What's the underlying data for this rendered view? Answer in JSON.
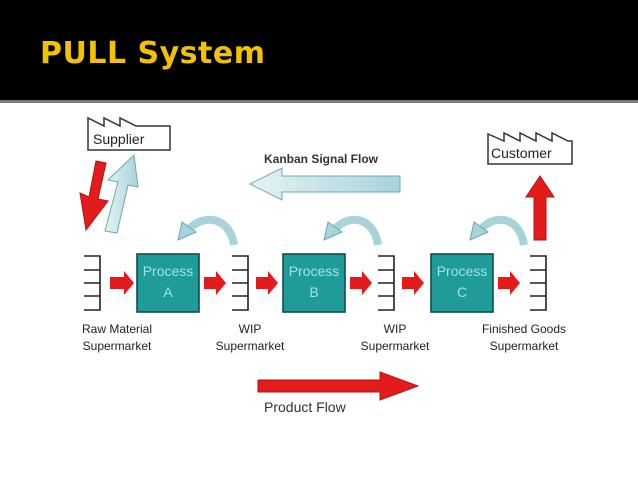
{
  "slide": {
    "title": "PULL System"
  },
  "diagram": {
    "supplier": "Supplier",
    "customer": "Customer",
    "kanban_signal_flow": "Kanban Signal Flow",
    "product_flow": "Product Flow",
    "processes": [
      {
        "line1": "Process",
        "line2": "A"
      },
      {
        "line1": "Process",
        "line2": "B"
      },
      {
        "line1": "Process",
        "line2": "C"
      }
    ],
    "supermarkets": [
      {
        "line1": "Raw Material",
        "line2": "Supermarket"
      },
      {
        "line1": "WIP",
        "line2": "Supermarket"
      },
      {
        "line1": "WIP",
        "line2": "Supermarket"
      },
      {
        "line1": "Finished Goods",
        "line2": "Supermarket"
      }
    ],
    "colors": {
      "title": "#f2c200",
      "process_fill": "#1f9c9a",
      "process_text": "#9fe2e0",
      "product_arrow": "#e41b1b",
      "signal_arrow": "#b8dde2"
    }
  }
}
